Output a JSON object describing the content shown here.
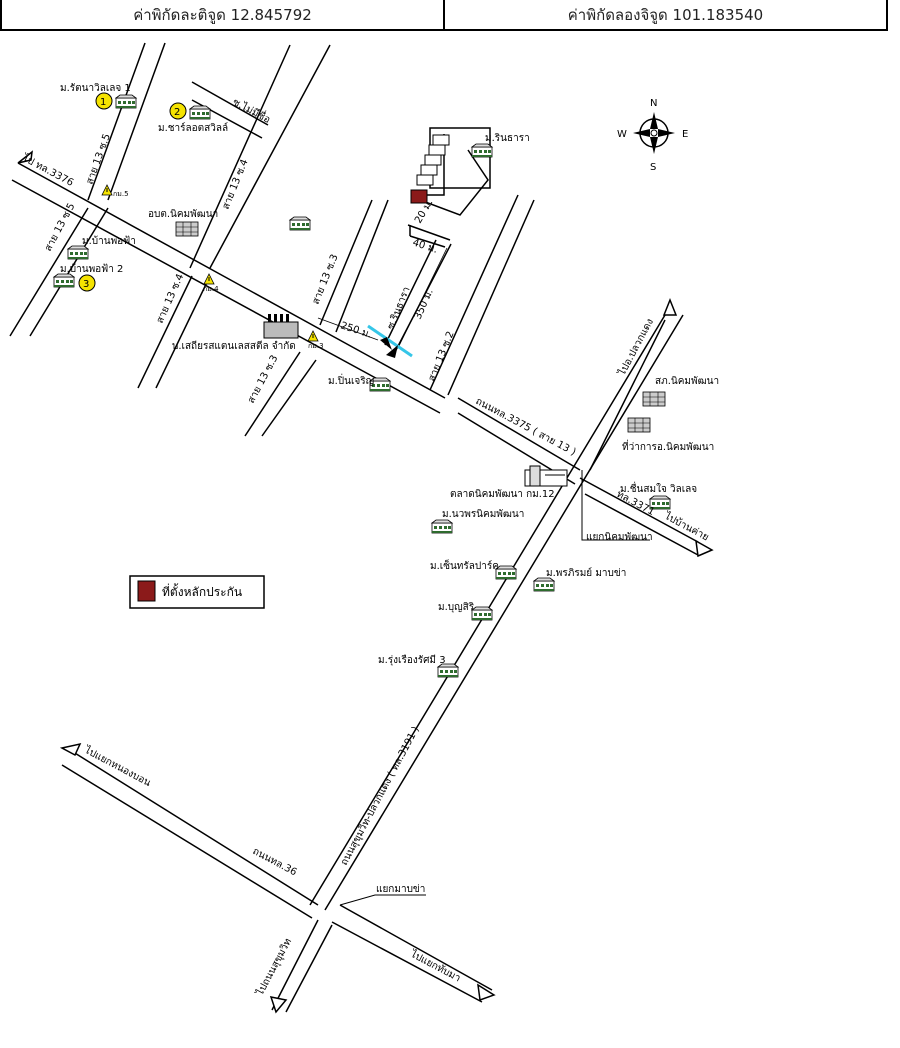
{
  "header": {
    "latitude_label": "ค่าพิกัดละติจูด 12.845792",
    "longitude_label": "ค่าพิกัดลองจิจูด 101.183540"
  },
  "compass": {
    "n": "N",
    "s": "S",
    "e": "E",
    "w": "W"
  },
  "legend": {
    "label": "ที่ตั้งหลักประกัน",
    "color": "#8b1a1a"
  },
  "markers": {
    "m1": "1",
    "m2": "2",
    "m3": "3"
  },
  "places": {
    "rattana": "ม.รัตนาวิลเลจ 1",
    "charlotte": "ม.ชาร์ลอตสวิลล์",
    "ban_ho_fa": "ม.บ้านพอฟ้า",
    "ban_ho_fa2": "ม.บ้านพอฟ้า 2",
    "obt": "อบต.นิคมพัฒนา",
    "rintara": "ม.รินธารา",
    "company": "บ.เสถียรสแตนเลสสตีล จำกัด",
    "pin_charoen": "ม.ปิ่นเจริญ",
    "police": "สภ.นิคมพัฒนา",
    "district": "ที่ว่าการอ.นิคมพัฒนา",
    "chuen": "ม.ชื่นสมใจ วิลเลจ",
    "market": "ตลาดนิคมพัฒนา กม.12",
    "nawaporn": "ม.นวพรนิคมพัฒนา",
    "central": "ม.เซ็นทรัลปาร์ค",
    "pornphirom": "ม.พรภิรมย์ มาบข่า",
    "boonsiri": "ม.บุญสิริ",
    "rungrueang": "ม.รุ่งเรืองรัศมี 3"
  },
  "roads": {
    "to_3376": "ไป ทล.3376",
    "soi5a": "สาย 13 ซ.5",
    "soi5b": "สาย 13 ซ.5",
    "soi4a": "สาย 13 ซ.4",
    "soi4b": "สาย 13 ซ.4",
    "soi3a": "สาย 13 ซ.3",
    "soi3b": "สาย 13 ซ.3",
    "soi2": "สาย 13 ซ.2",
    "mai_mi_chue": "ซ.ไม่มีชื่อ",
    "rintara_soi": "ซ.รินธารา",
    "road_3375": "ถนนทล.3375 ( สาย 13 )",
    "to_pluak_daeng": "ไปอ.ปลวกแดง",
    "road_3371": "ทล.3371",
    "to_ban_khai": "ไปบ้านค่าย",
    "junction_nikhom": "แยกนิคมพัฒนา",
    "to_nong_bon": "ไปแยกหนองบอน",
    "road_36": "ถนนทล.36",
    "sukhumvit_3191": "ถนนสุขุมวิท-ปลวกแดง ( ทล.3191 )",
    "junction_map_kha": "แยกมาบข่า",
    "to_sukhumvit": "ไปถนนสุขุมวิท",
    "to_thap_ma": "ไปแยกทับมา"
  },
  "km_markers": {
    "km5": "กม.5",
    "km4": "กม.4",
    "km3": "กม.3"
  },
  "distances": {
    "d250": "250 ม.",
    "d350": "350 ม.",
    "d40": "40 ม.",
    "d20": "20 ม."
  }
}
